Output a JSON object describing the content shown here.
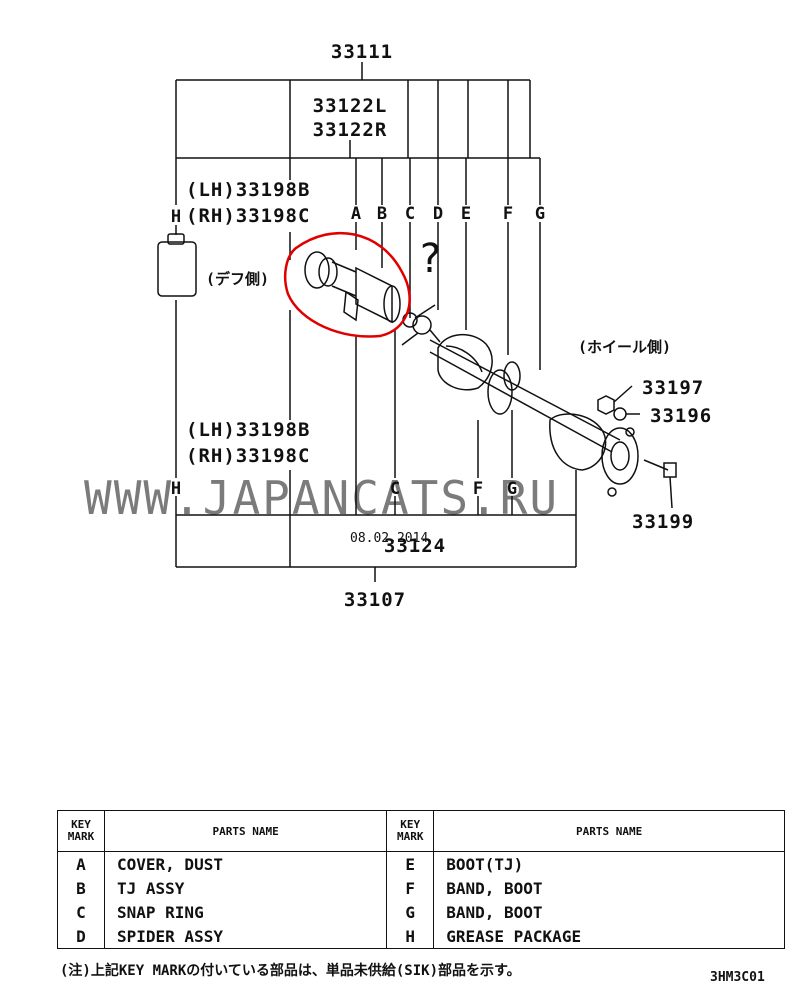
{
  "diagram": {
    "part_numbers": {
      "assembly_top": "33111",
      "shaft_l": "33122L",
      "shaft_r": "33122R",
      "lh_upper": "(LH)33198B",
      "rh_upper": "(RH)33198C",
      "lh_lower": "(LH)33198B",
      "rh_lower": "(RH)33198C",
      "kit_bottom": "33124",
      "assembly_bottom": "33107",
      "nut": "33197",
      "washer": "33196",
      "bolt": "33199"
    },
    "letters": {
      "a": "A",
      "b": "B",
      "c": "C",
      "d": "D",
      "e": "E",
      "f": "F",
      "g": "G",
      "h": "H",
      "h_lower": "H",
      "c_lower": "C",
      "f_lower": "F",
      "g_lower": "G"
    },
    "diff_side": "(デフ側)",
    "wheel_side": "(ホイール側)",
    "question_mark": "?",
    "watermark": "WWW.JAPANCATS.RU",
    "watermark_date": "08.02.2014",
    "highlight_color": "#e00000"
  },
  "table": {
    "header": {
      "key_mark_line1": "KEY",
      "key_mark_line2": "MARK",
      "parts_name": "PARTS NAME"
    },
    "rows": [
      {
        "left_key": "A",
        "left_name": "COVER, DUST",
        "right_key": "E",
        "right_name": "BOOT(TJ)"
      },
      {
        "left_key": "B",
        "left_name": "TJ ASSY",
        "right_key": "F",
        "right_name": "BAND, BOOT"
      },
      {
        "left_key": "C",
        "left_name": "SNAP RING",
        "right_key": "G",
        "right_name": "BAND, BOOT"
      },
      {
        "left_key": "D",
        "left_name": "SPIDER ASSY",
        "right_key": "H",
        "right_name": "GREASE PACKAGE"
      }
    ]
  },
  "note": "(注)上記KEY MARKの付いている部品は、単品未供給(SIK)部品を示す。",
  "code": "3HM3C01"
}
